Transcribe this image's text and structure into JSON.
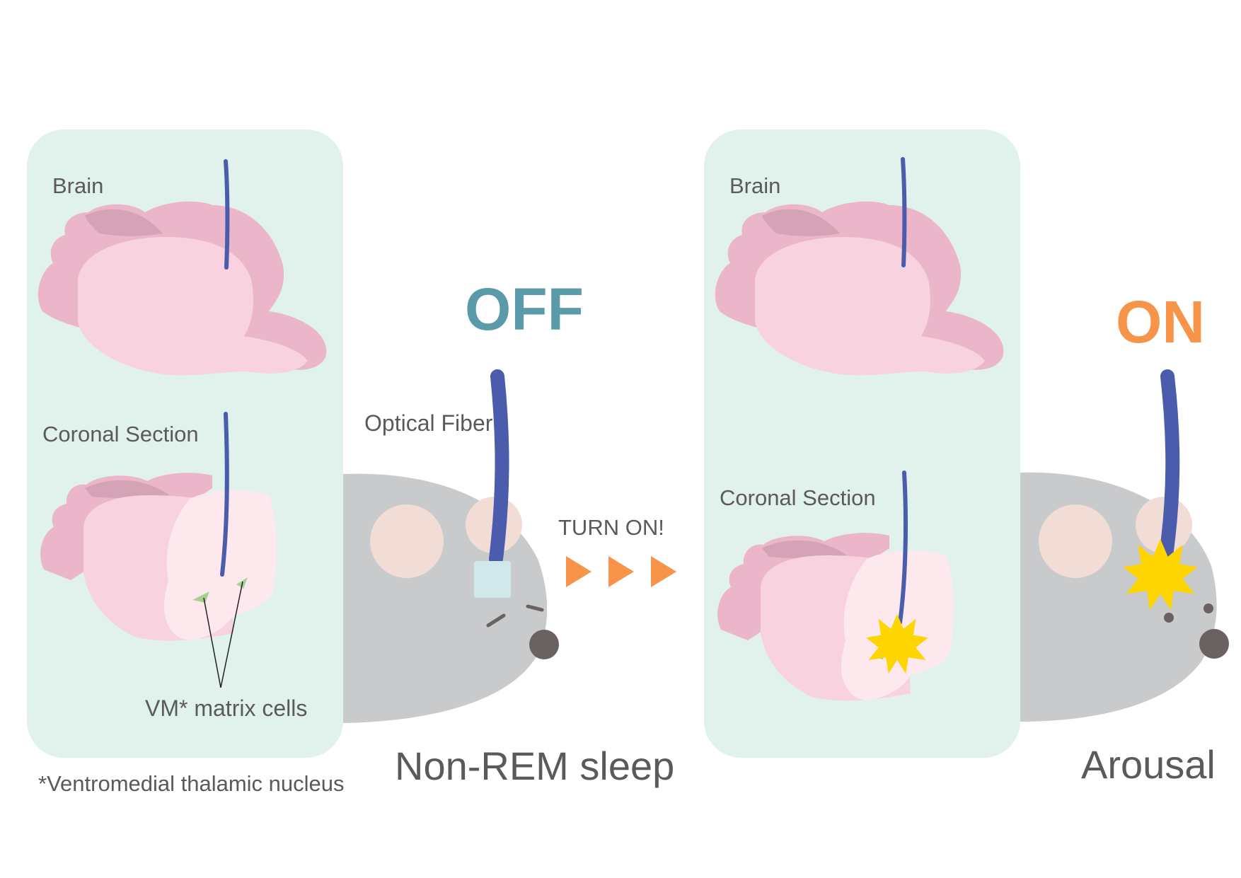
{
  "left_panel": {
    "brain_label": "Brain",
    "section_label": "Coronal Section",
    "cells_label": "VM* matrix cells"
  },
  "right_panel": {
    "brain_label": "Brain",
    "section_label": "Coronal Section"
  },
  "footnote": "*Ventromedial thalamic nucleus",
  "off_state": {
    "label": "OFF",
    "color": "#5b9aa8",
    "fiber_label": "Optical Fiber",
    "caption": "Non-REM sleep"
  },
  "on_state": {
    "label": "ON",
    "color": "#f7944a",
    "caption": "Arousal"
  },
  "transition": {
    "label": "TURN ON!",
    "arrow_color": "#f7944a"
  },
  "colors": {
    "panel_bg": "#e1f1ec",
    "brain_light": "#f8d2df",
    "brain_mid": "#ebb6ca",
    "brain_dark": "#d5a3b6",
    "section_face": "#fde8ee",
    "fiber": "#4a5cab",
    "mouse_body": "#c9cacc",
    "mouse_ear": "#f1ddd6",
    "mouse_nose": "#6a6161",
    "fiber_tip": "#d1e8eb",
    "star": "#ffd500",
    "cell_marker": "#a6d191",
    "text": "#5a5a5a"
  },
  "icons": [
    "brain-icon",
    "coronal-section-icon",
    "mouse-icon",
    "optical-fiber-icon",
    "light-burst-icon",
    "play-arrow-icon"
  ]
}
